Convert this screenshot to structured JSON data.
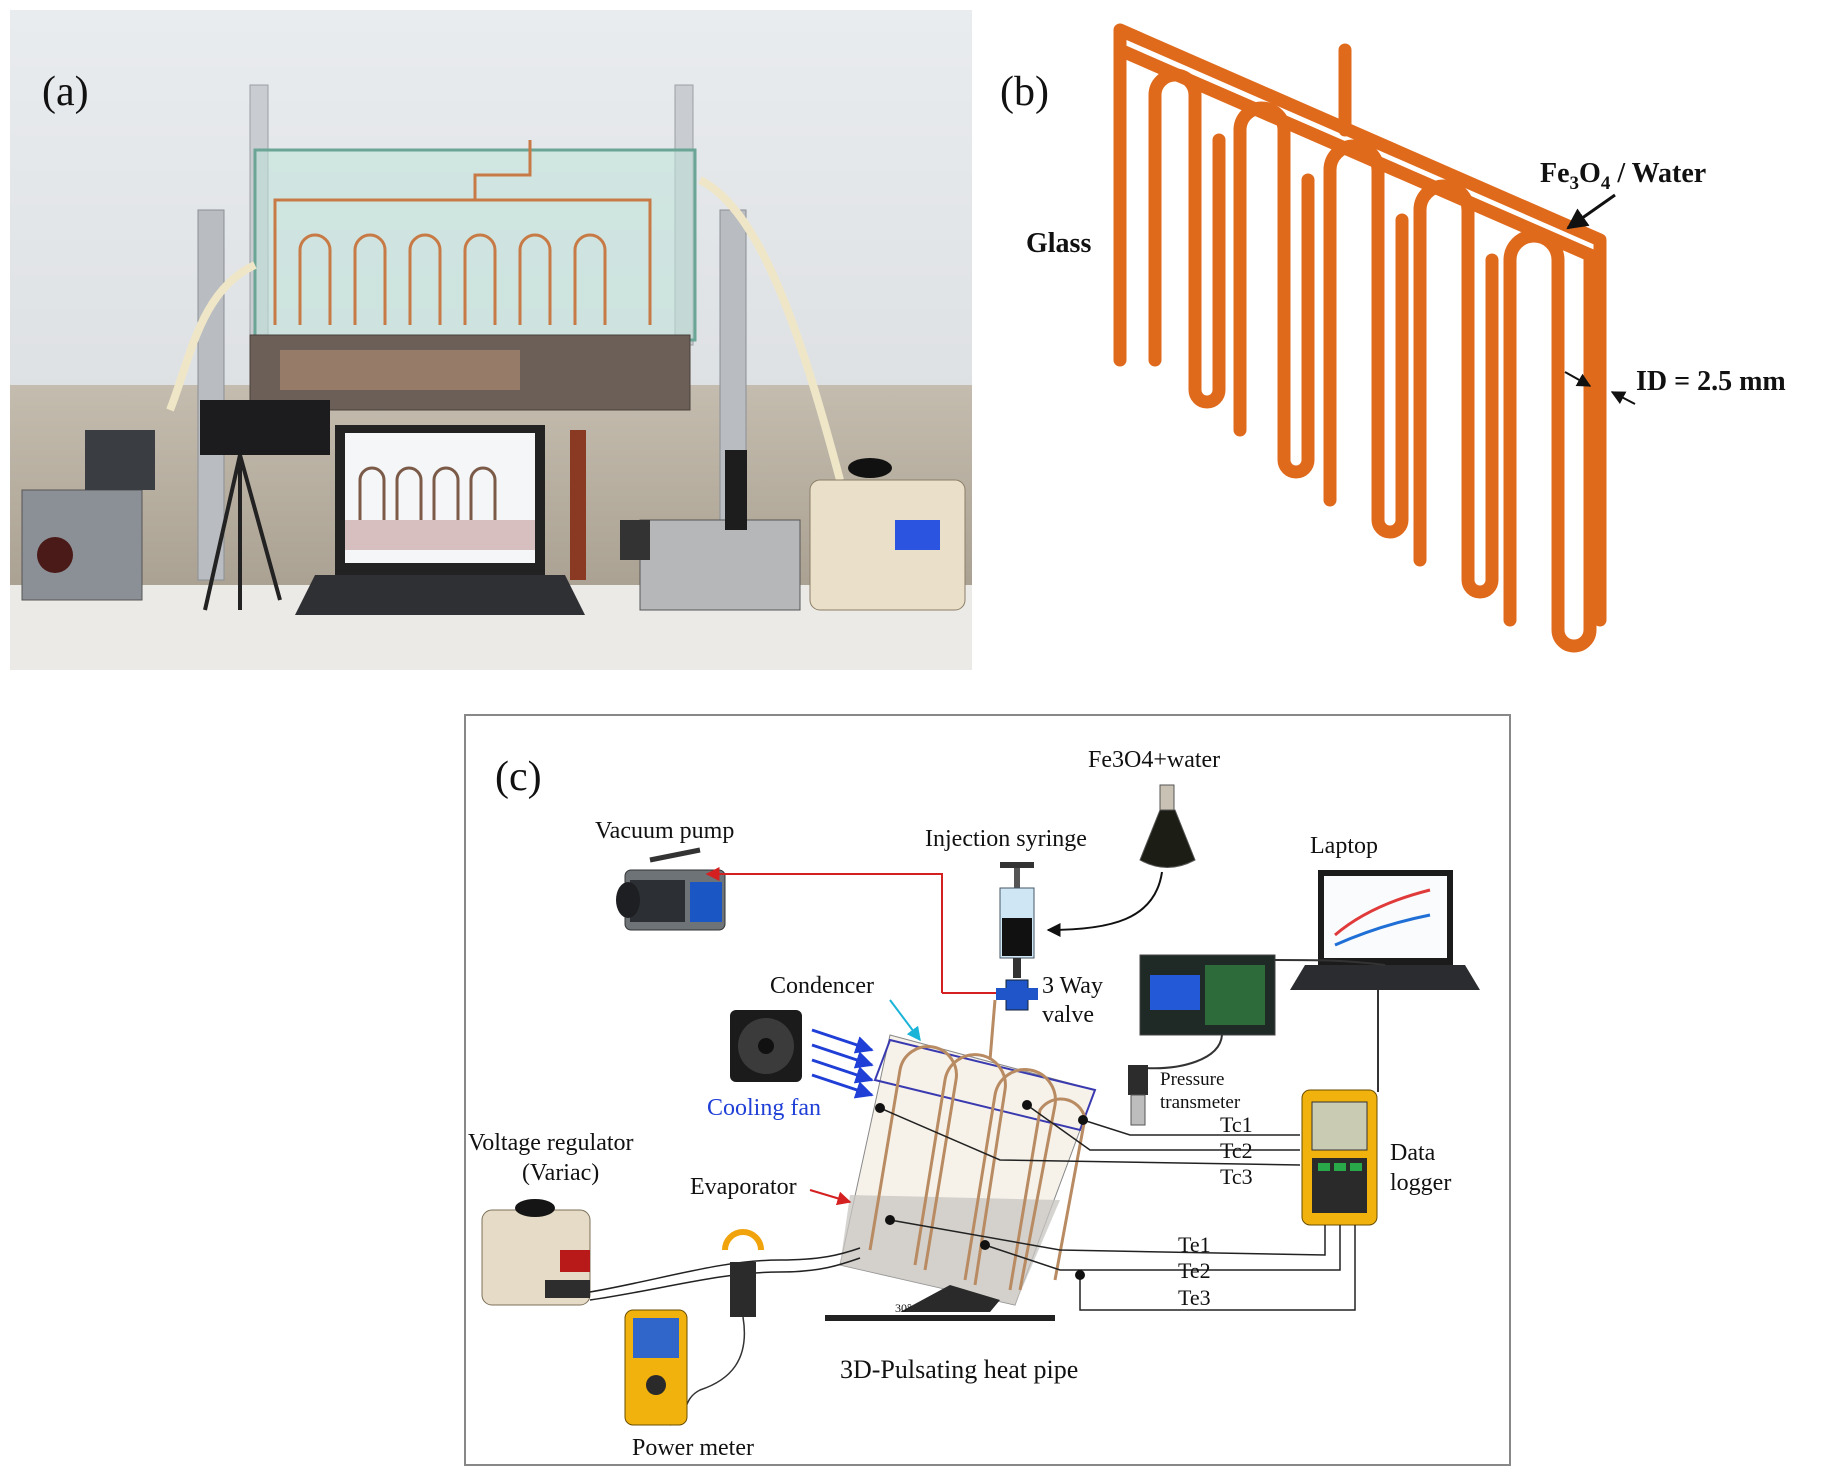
{
  "panel_a": {
    "label": "(a)"
  },
  "panel_b": {
    "label": "(b)",
    "glass_label": "Glass",
    "fluid_label": "Fe3O4 / Water",
    "fluid_parts": {
      "fe": "Fe",
      "sub3": "3",
      "o": "O",
      "sub4": "4",
      "rest": " / Water"
    },
    "id_label": "ID = 2.5 mm",
    "tube_color": "#e06a1c"
  },
  "panel_c": {
    "label": "(c)",
    "vacuum_pump": "Vacuum pump",
    "injection_syringe": "Injection syringe",
    "fe3o4_water": "Fe3O4+water",
    "laptop": "Laptop",
    "condencer": "Condencer",
    "three_way": "3 Way",
    "valve": "valve",
    "cooling_fan": "Cooling fan",
    "pressure": "Pressure",
    "transmeter": "transmeter",
    "data": "Data",
    "logger": "logger",
    "voltage_regulator": "Voltage regulator",
    "variac": "(Variac)",
    "evaporator": "Evaporator",
    "heat_pipe": "3D-Pulsating heat pipe",
    "power_meter": "Power meter",
    "angle": "30°",
    "thermocouples": {
      "tc1": "Tc1",
      "tc2": "Tc2",
      "tc3": "Tc3",
      "te1": "Te1",
      "te2": "Te2",
      "te3": "Te3"
    },
    "colors": {
      "fan_arrows": "#1f3fd6",
      "cooling_text": "#1f3fd6",
      "vacuum_line": "#d42020",
      "condenser_pointer": "#19b4d8",
      "evaporator_pointer": "#d42020"
    }
  }
}
